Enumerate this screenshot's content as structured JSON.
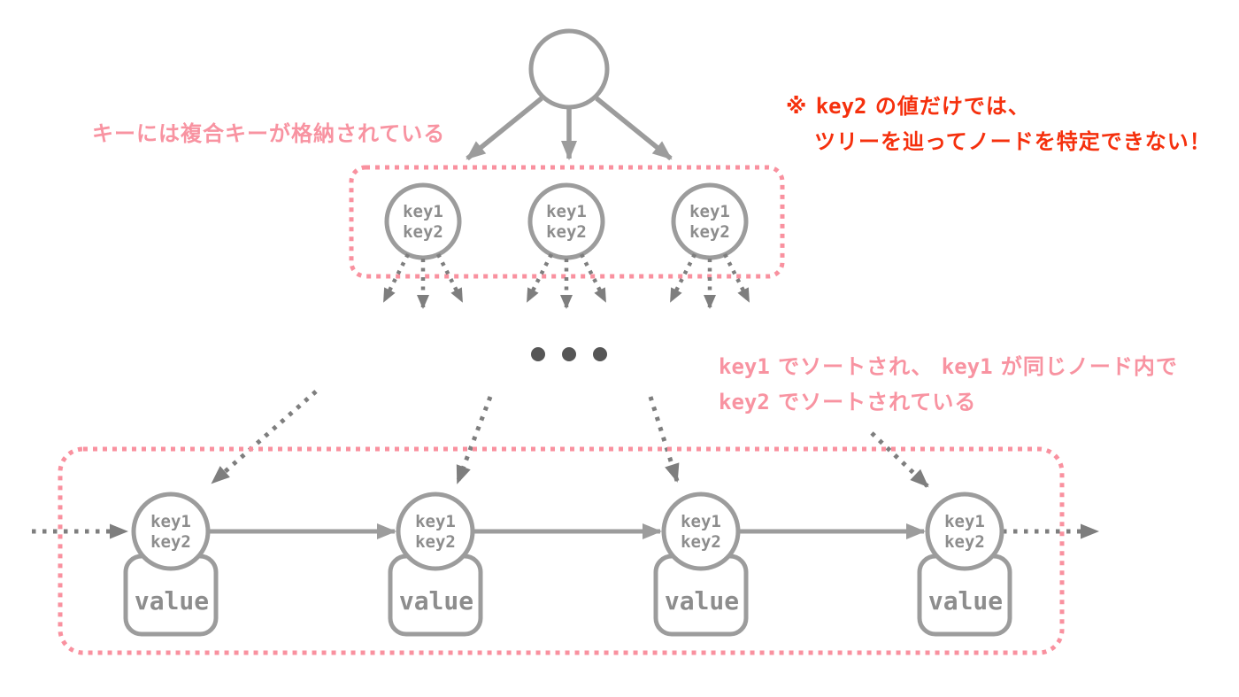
{
  "diagram": {
    "type": "b-plus-tree-with-composite-keys",
    "labels": {
      "key1": "key1",
      "key2": "key2",
      "value": "value"
    },
    "annotations": {
      "composite_key": {
        "text": "キーには複合キーが格納されている"
      },
      "warning": {
        "line1": [
          {
            "text": "※ ",
            "mono": false
          },
          {
            "text": "key2",
            "mono": true
          },
          {
            "text": " の値だけでは、",
            "mono": false
          }
        ],
        "line2": [
          {
            "text": "ツリーを辿ってノードを特定できない！",
            "mono": false
          }
        ]
      },
      "sorted": {
        "line1": [
          {
            "text": "key1",
            "mono": true
          },
          {
            "text": " でソートされ、 ",
            "mono": false
          },
          {
            "text": "key1",
            "mono": true
          },
          {
            "text": " が同じノード内で",
            "mono": false
          }
        ],
        "line2": [
          {
            "text": "key2",
            "mono": true
          },
          {
            "text": " でソートされている",
            "mono": false
          }
        ]
      }
    },
    "colors": {
      "line_gray": "#9c9c9c",
      "dotted_gray": "#7e7e7e",
      "ellipsis_gray": "#565656",
      "label_gray": "#8d8d8d",
      "pink": "#f9919f",
      "pink_text": "#f893a1",
      "red_text": "#f5300d"
    },
    "structure": {
      "root_children": 3,
      "internal_nodes": 3,
      "leaf_nodes": 4,
      "fan_arrows_per_internal_node": 3
    }
  }
}
